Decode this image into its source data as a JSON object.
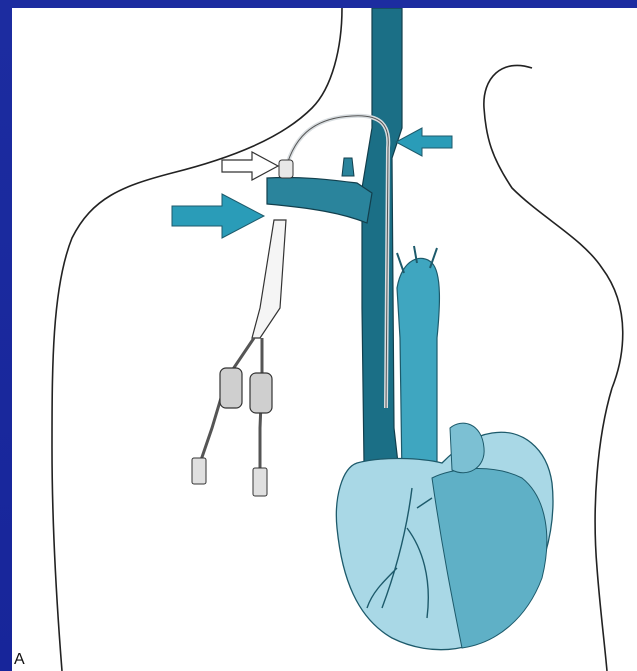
{
  "figure": {
    "panel_label": "A",
    "colors": {
      "slide_background": "#1c2ca0",
      "vessel_dark": "#1b6f86",
      "vessel_mid": "#3a90a8",
      "aorta": "#3fa6c0",
      "heart_light": "#a9d8e6",
      "heart_mid": "#7cc0d3",
      "arrow_teal": "#2a9cb8",
      "outline": "#222222"
    },
    "icons": {
      "large_arrow": "arrow-right-filled",
      "open_arrow": "arrow-right-outline",
      "left_arrow": "arrow-left-filled"
    }
  }
}
